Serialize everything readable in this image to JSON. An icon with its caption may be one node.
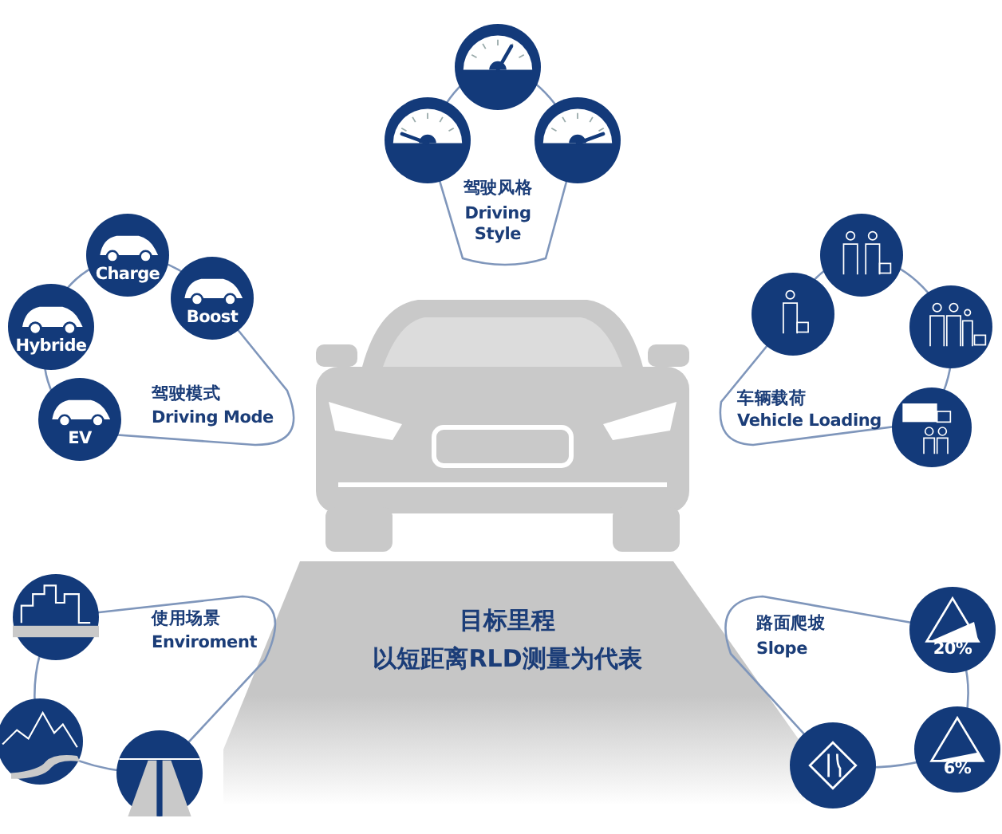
{
  "diagram": {
    "nodes": [
      {
        "text": [
          "驾驶风格",
          "Driving Style"
        ]
      },
      {
        "text": [],
        "shape": "circle"
      },
      {
        "text": [],
        "shape": "circle"
      },
      {
        "text": [],
        "shape": "circle"
      },
      {
        "text": [
          "驾驶模式",
          "Driving Mode"
        ]
      },
      {
        "text": [
          "Charge"
        ]
      },
      {
        "text": [
          "Hybride"
        ]
      },
      {
        "text": [
          "Boost"
        ]
      },
      {
        "text": [
          "EV"
        ]
      },
      {
        "text": [
          "车辆载荷",
          "Vehicle Loading"
        ]
      },
      {
        "text": [],
        "shape": "circle"
      },
      {
        "text": [],
        "shape": "circle"
      },
      {
        "text": [],
        "shape": "circle"
      },
      {
        "text": [],
        "shape": "circle"
      },
      {
        "text": [
          "使用场景",
          "Enviroment"
        ]
      },
      {
        "text": [],
        "shape": "circle"
      },
      {
        "text": [],
        "shape": "circle"
      },
      {
        "text": [],
        "shape": "circle"
      },
      {
        "text": [
          "路面爬坡",
          "Slope"
        ]
      },
      {
        "text": [
          "20%"
        ]
      },
      {
        "text": [
          "6%"
        ]
      },
      {
        "text": [],
        "shape": "circle"
      },
      {
        "text": [
          "目标里程",
          "以短距离RLD测量为代表"
        ]
      }
    ]
  }
}
